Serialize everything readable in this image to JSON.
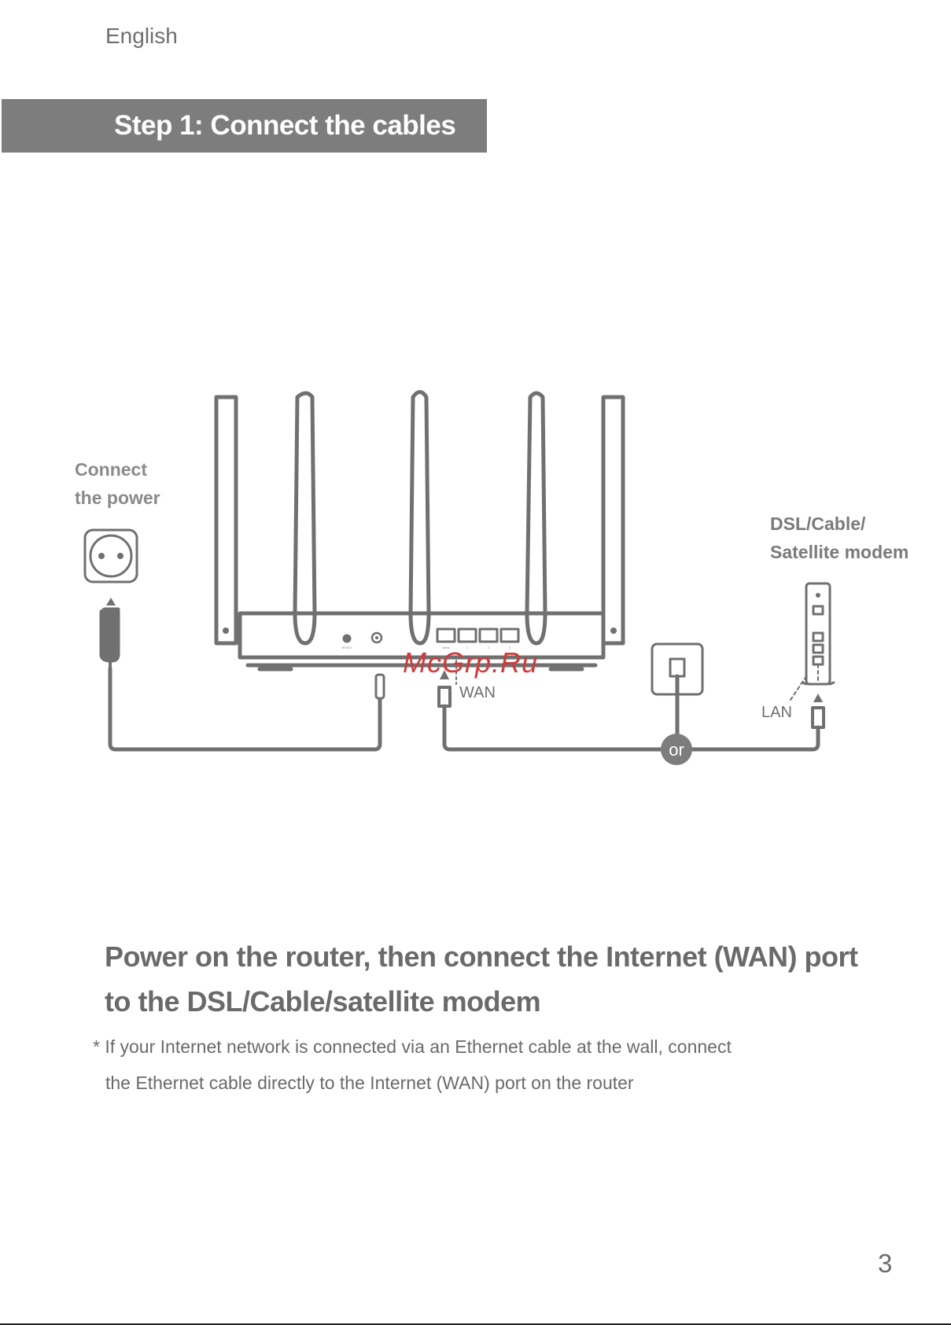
{
  "header": {
    "language": "English"
  },
  "step": {
    "title": "Step 1: Connect the cables"
  },
  "diagram": {
    "power_label_line1": "Connect",
    "power_label_line2": "the power",
    "modem_label_line1": "DSL/Cable/",
    "modem_label_line2": "Satellite modem",
    "wan_label": "WAN",
    "lan_label": "LAN",
    "or_label": "or",
    "router_port_labels": [
      "RESET",
      "WAN",
      "1",
      "2",
      "3"
    ],
    "watermark": "McGrp.Ru"
  },
  "main": {
    "headline_line1": "Power on the router, then connect the Internet (WAN) port",
    "headline_line2": "to the DSL/Cable/satellite modem",
    "note_line1": "* If your Internet network is connected via an Ethernet cable at the wall, connect",
    "note_line2": "the Ethernet cable directly to the Internet (WAN) port on the router"
  },
  "footer": {
    "page_number": "3"
  },
  "colors": {
    "gray": "#7d7d7d",
    "text": "#6a6a6a",
    "watermark": "#d23a3a"
  }
}
